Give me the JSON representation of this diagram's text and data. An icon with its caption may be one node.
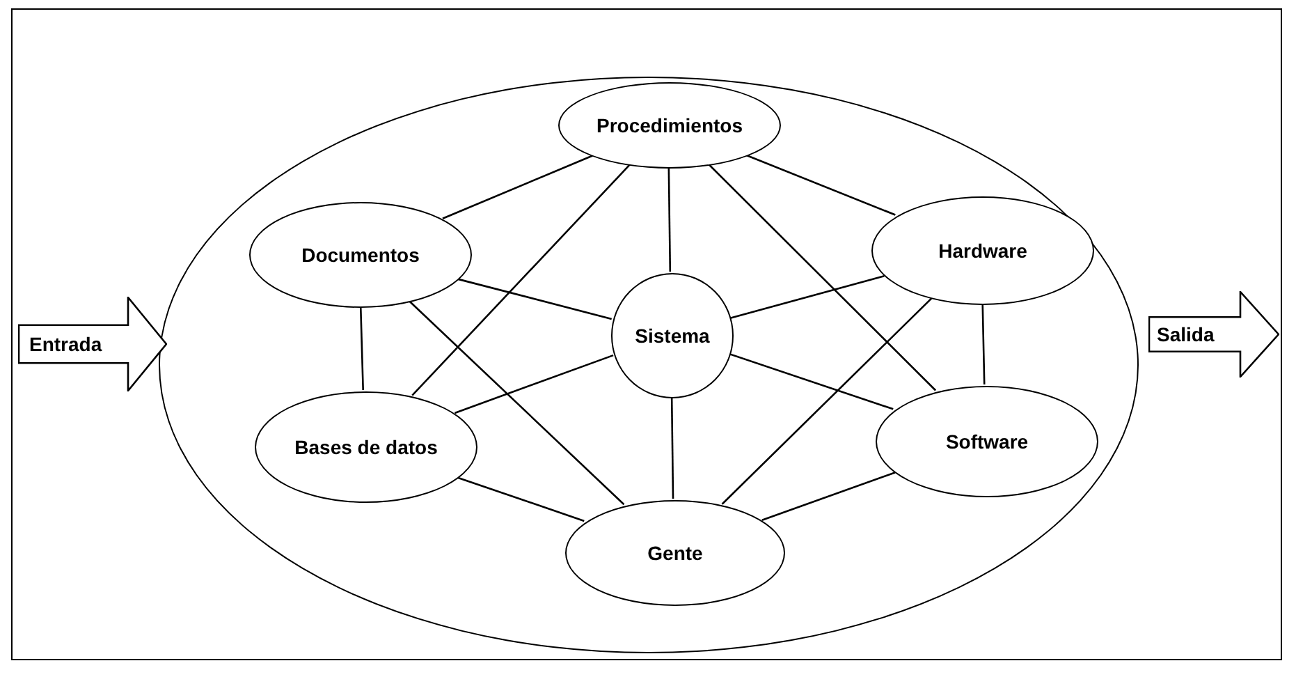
{
  "diagram": {
    "nodes": [
      {
        "text": [],
        "shape": "ellipse"
      },
      {
        "text": [
          "Procedimientos"
        ],
        "in": 0
      },
      {
        "text": [
          "Documentos"
        ],
        "in": 0
      },
      {
        "text": [
          "Hardware"
        ],
        "in": 0
      },
      {
        "text": [
          "Sistema"
        ],
        "in": 0
      },
      {
        "text": [
          "Bases de datos"
        ],
        "in": 0
      },
      {
        "text": [
          "Software"
        ],
        "in": 0
      },
      {
        "text": [
          "Gente"
        ],
        "in": 0
      },
      {
        "text": [
          "Entrada"
        ]
      },
      {
        "text": [
          "Salida"
        ]
      }
    ],
    "edges": [
      {
        "from": 1,
        "to": 2,
        "arrow": "none"
      },
      {
        "from": 1,
        "to": 3,
        "arrow": "none"
      },
      {
        "from": 1,
        "to": 4,
        "arrow": "none"
      },
      {
        "from": 1,
        "to": 5,
        "arrow": "none"
      },
      {
        "from": 1,
        "to": 6,
        "arrow": "none"
      },
      {
        "from": 2,
        "to": 4,
        "arrow": "none"
      },
      {
        "from": 2,
        "to": 5,
        "arrow": "none"
      },
      {
        "from": 2,
        "to": 7,
        "arrow": "none"
      },
      {
        "from": 3,
        "to": 4,
        "arrow": "none"
      },
      {
        "from": 3,
        "to": 6,
        "arrow": "none"
      },
      {
        "from": 3,
        "to": 7,
        "arrow": "none"
      },
      {
        "from": 4,
        "to": 5,
        "arrow": "none"
      },
      {
        "from": 4,
        "to": 6,
        "arrow": "none"
      },
      {
        "from": 4,
        "to": 7,
        "arrow": "none"
      },
      {
        "from": 5,
        "to": 7,
        "arrow": "none"
      },
      {
        "from": 6,
        "to": 7,
        "arrow": "none"
      }
    ]
  }
}
